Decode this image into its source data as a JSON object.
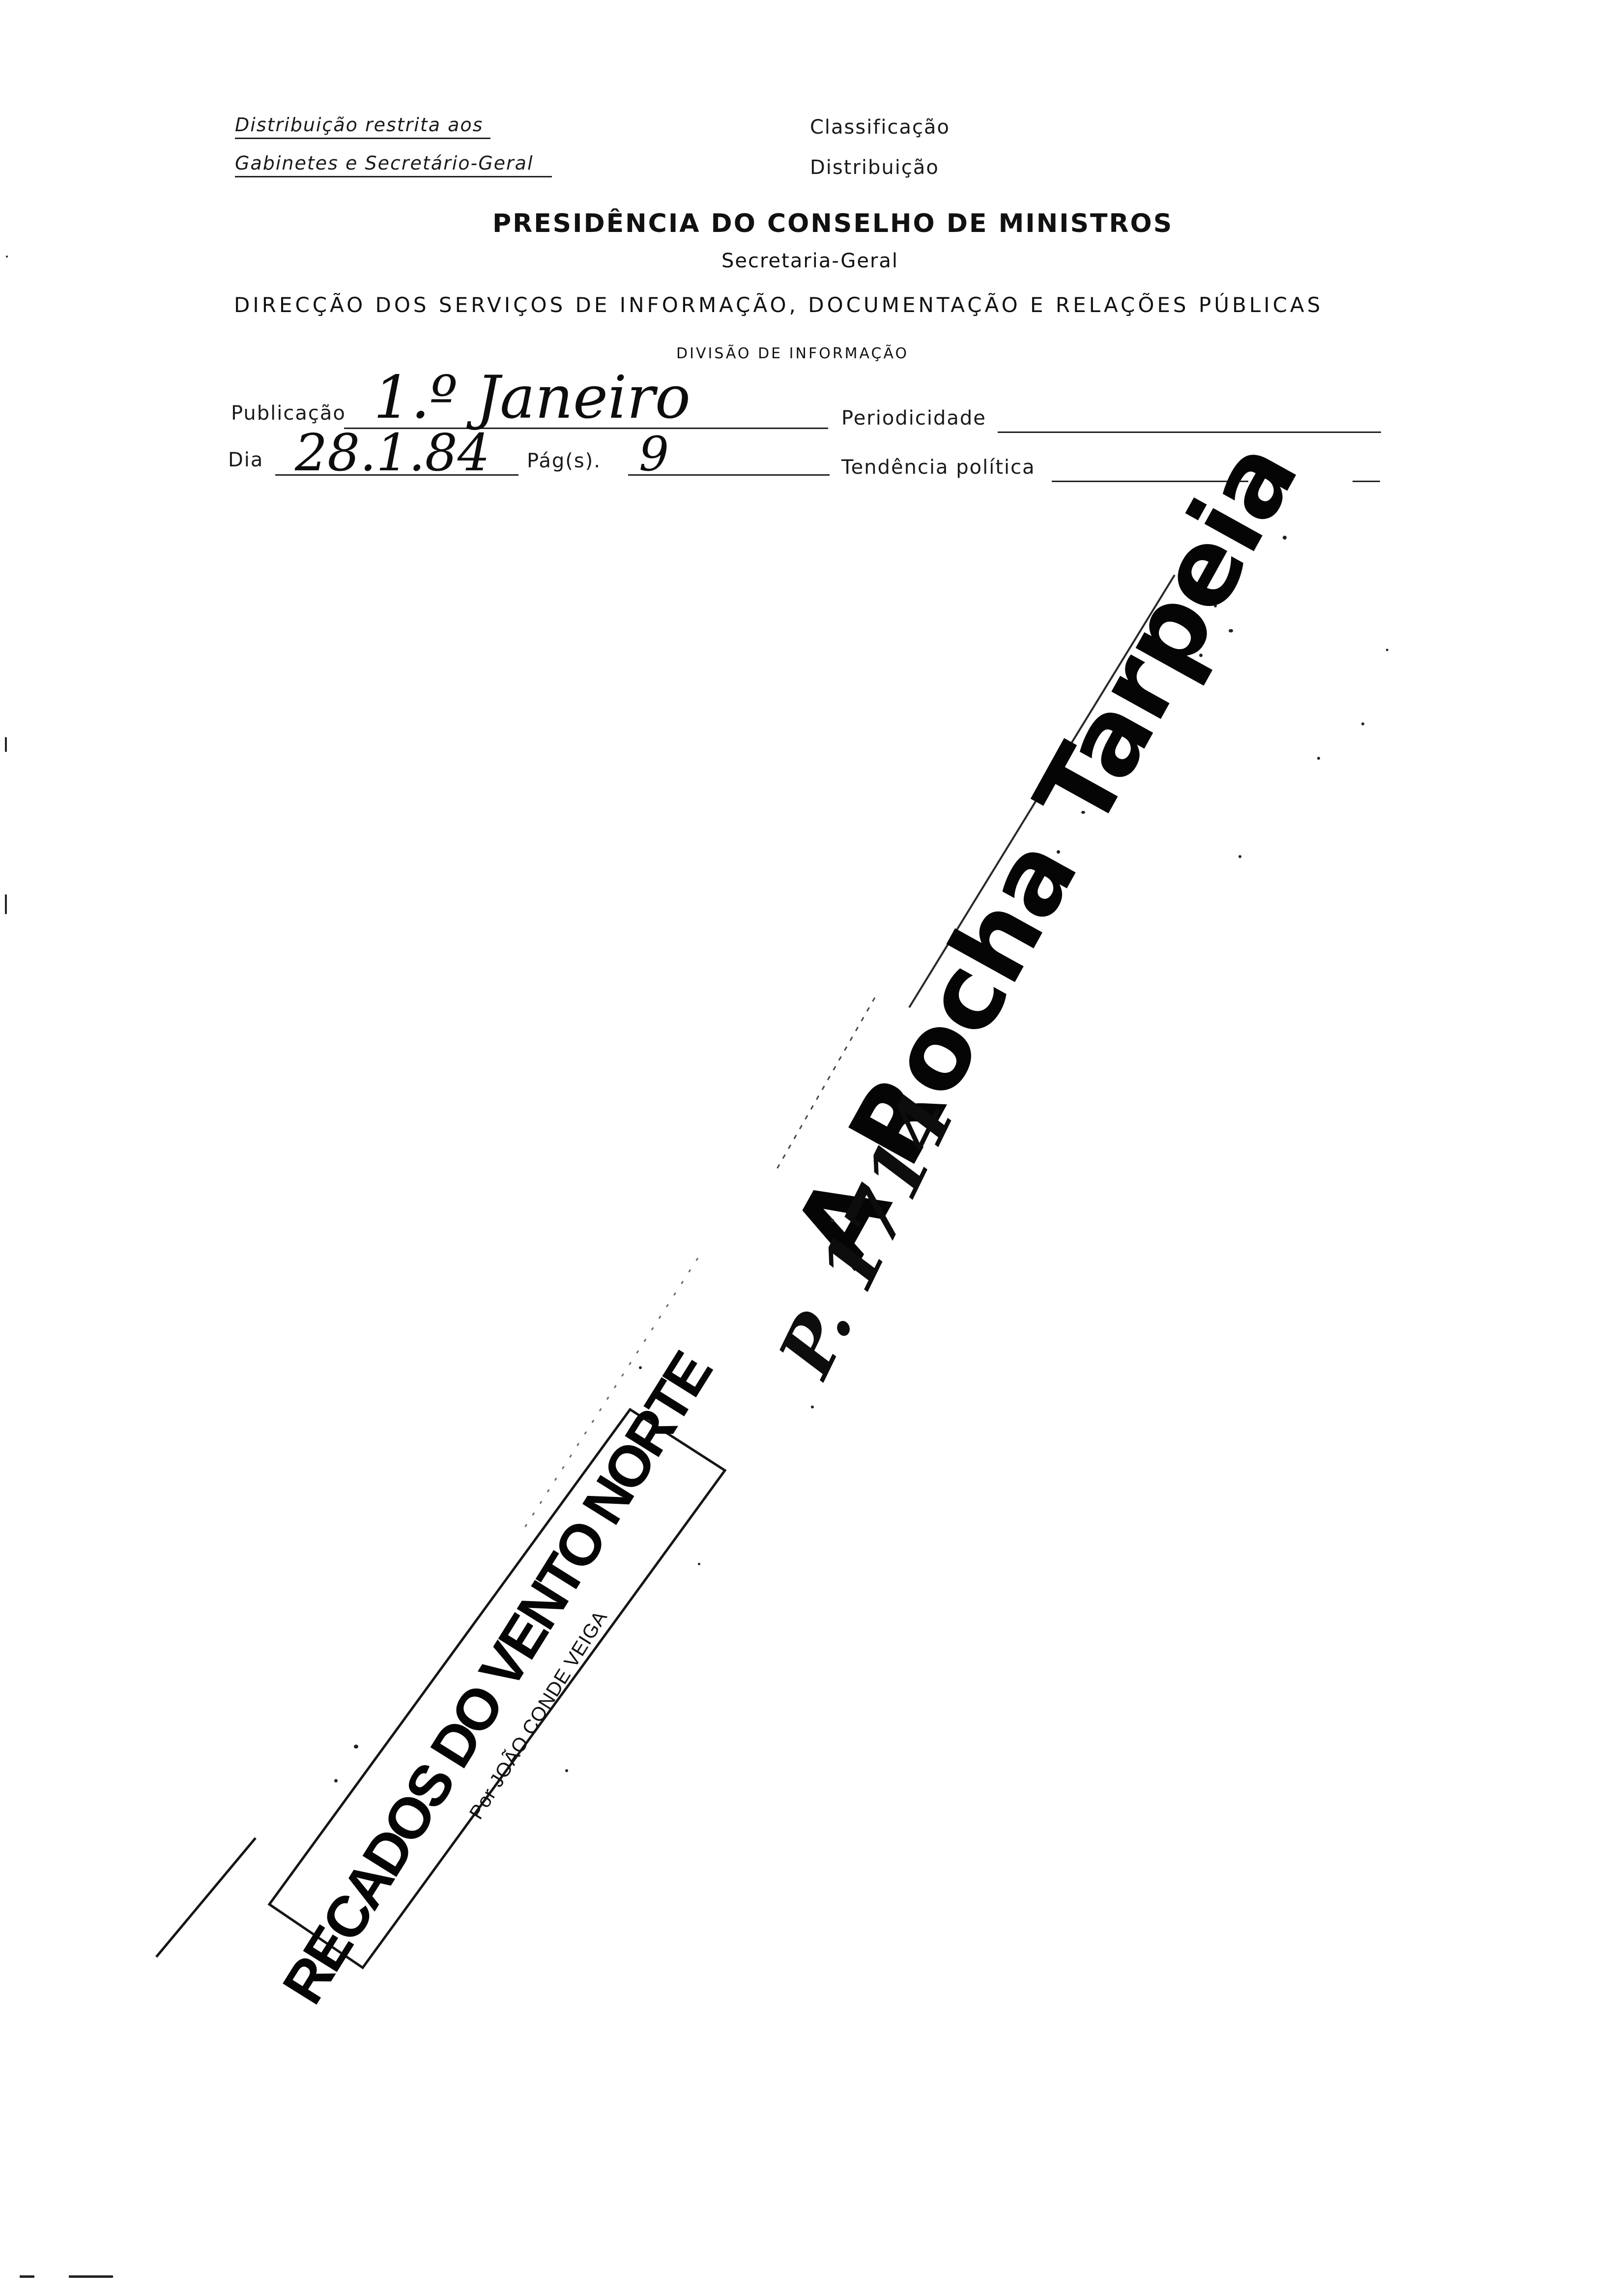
{
  "header": {
    "distribution_line1": "Distribuição restrita aos",
    "distribution_line2": "Gabinetes e Secretário-Geral",
    "classification_label": "Classificação",
    "distribution_label": "Distribuição",
    "institution": "PRESIDÊNCIA DO CONSELHO DE MINISTROS",
    "secretariat": "Secretaria-Geral",
    "department": "DIRECÇÃO DOS SERVIÇOS DE INFORMAÇÃO, DOCUMENTAÇÃO E RELAÇÕES PÚBLICAS",
    "division": "DIVISÃO DE INFORMAÇÃO"
  },
  "form": {
    "publication_label": "Publicação",
    "publication_value": "1.º Janeiro",
    "periodicity_label": "Periodicidade",
    "day_label": "Dia",
    "day_value": "28.1.84",
    "pages_label": "Pág(s).",
    "pages_value": "9",
    "political_tendency_label": "Tendência política"
  },
  "clipping": {
    "headline": "A Rocha Tarpeia",
    "handwritten_note": "P. 1714",
    "column_title": "RECADOS DO VENTO NORTE",
    "column_byline": "Por JOÃO CONDE VEIGA"
  }
}
